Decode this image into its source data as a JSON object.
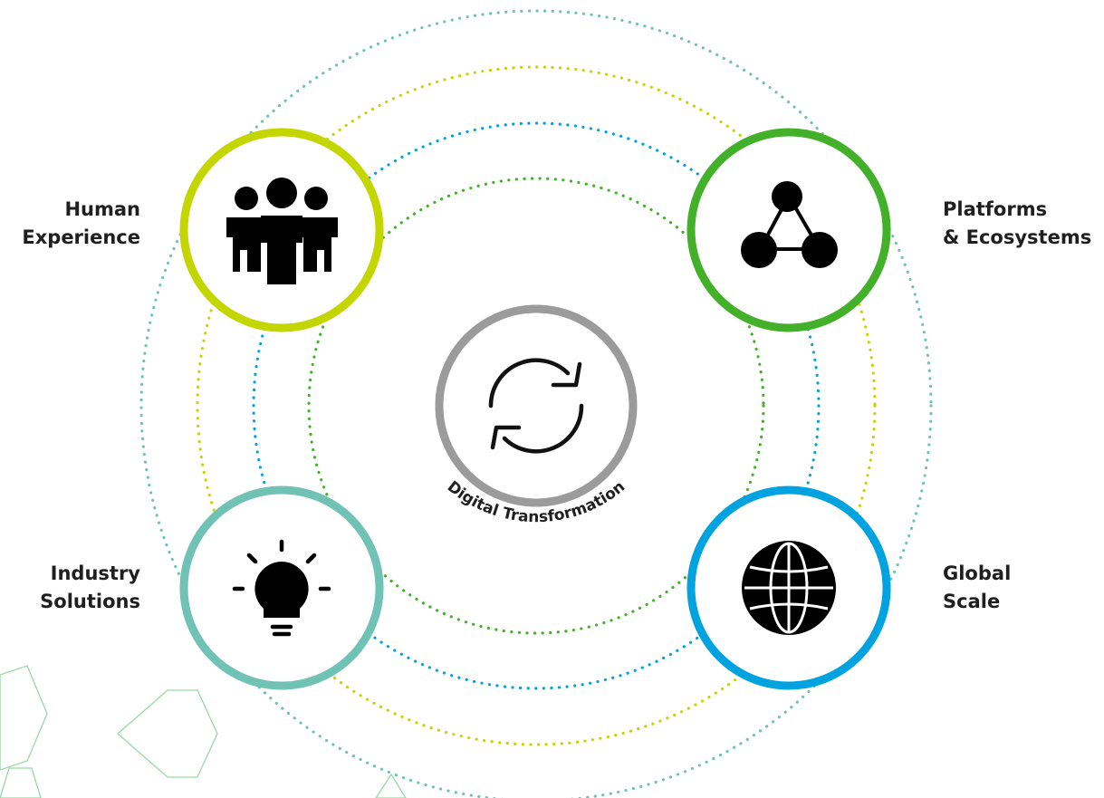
{
  "diagram": {
    "center": {
      "label": "Digital Transformation",
      "icon": "refresh-cycle-icon",
      "ring_color": "#9b9b9b"
    },
    "pillars": [
      {
        "id": "human-experience",
        "lines": [
          "Human",
          "Experience"
        ],
        "icon": "people-group-icon",
        "ring_color": "#c3d600"
      },
      {
        "id": "platforms-ecosystems",
        "lines": [
          "Platforms",
          "& Ecosystems"
        ],
        "icon": "connected-nodes-icon",
        "ring_color": "#43b02a"
      },
      {
        "id": "industry-solutions",
        "lines": [
          "Industry",
          "Solutions"
        ],
        "icon": "lightbulb-icon",
        "ring_color": "#6fc2b4"
      },
      {
        "id": "global-scale",
        "lines": [
          "Global",
          "Scale"
        ],
        "icon": "globe-icon",
        "ring_color": "#00a3e0"
      }
    ],
    "orbit_colors": [
      "#6fc2b4",
      "#c3d600",
      "#00a3e0",
      "#43b02a"
    ],
    "decoration_color": "#43b02a"
  }
}
